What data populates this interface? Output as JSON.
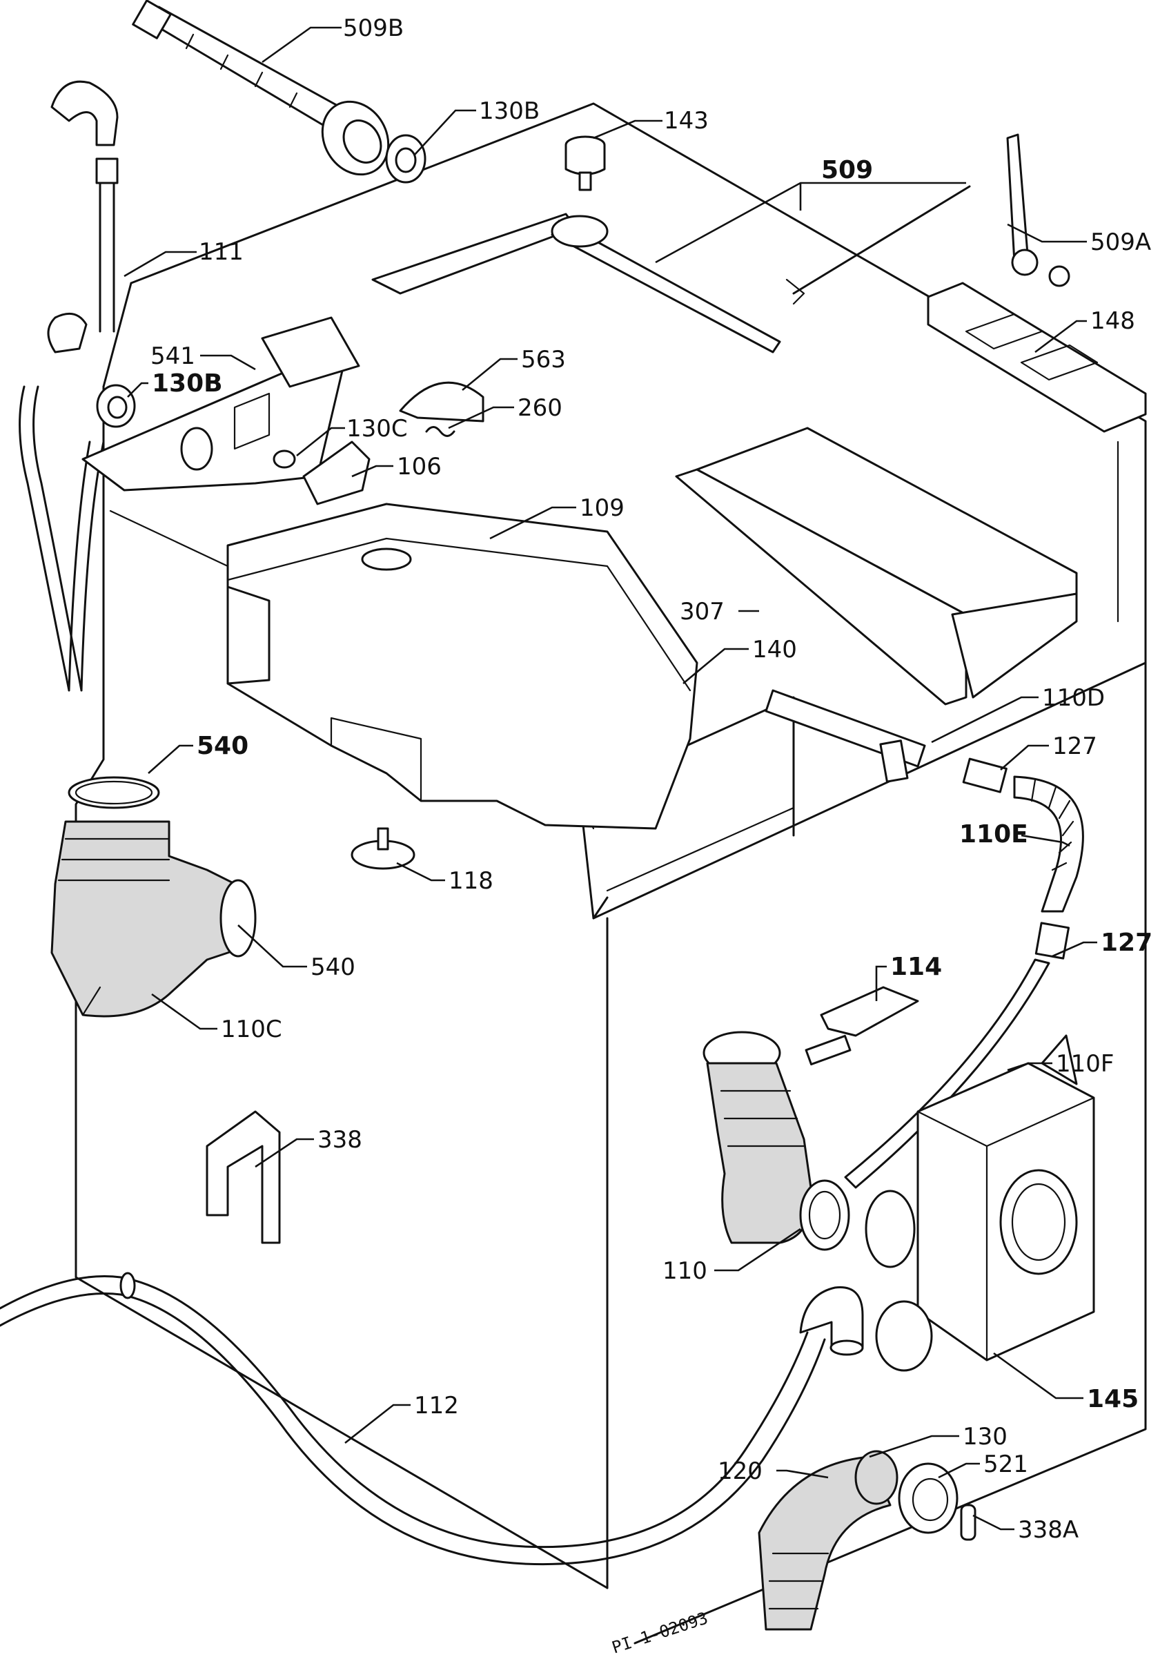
{
  "diagram": {
    "drawing_code": "PI 1-02093",
    "labels": [
      {
        "id": "509B",
        "text": "509B"
      },
      {
        "id": "130B-top",
        "text": "130B"
      },
      {
        "id": "143",
        "text": "143"
      },
      {
        "id": "509",
        "text": "509"
      },
      {
        "id": "509A",
        "text": "509A"
      },
      {
        "id": "111",
        "text": "111"
      },
      {
        "id": "148",
        "text": "148"
      },
      {
        "id": "541",
        "text": "541"
      },
      {
        "id": "130B-mid",
        "text": "130B"
      },
      {
        "id": "563",
        "text": "563"
      },
      {
        "id": "260",
        "text": "260"
      },
      {
        "id": "130C",
        "text": "130C"
      },
      {
        "id": "106",
        "text": "106"
      },
      {
        "id": "109",
        "text": "109"
      },
      {
        "id": "307",
        "text": "307"
      },
      {
        "id": "140",
        "text": "140"
      },
      {
        "id": "110D",
        "text": "110D"
      },
      {
        "id": "540-top",
        "text": "540"
      },
      {
        "id": "127-top",
        "text": "127"
      },
      {
        "id": "110E",
        "text": "110E"
      },
      {
        "id": "118",
        "text": "118"
      },
      {
        "id": "540-bot",
        "text": "540"
      },
      {
        "id": "127-bot",
        "text": "127"
      },
      {
        "id": "114",
        "text": "114"
      },
      {
        "id": "110C",
        "text": "110C"
      },
      {
        "id": "110F",
        "text": "110F"
      },
      {
        "id": "338",
        "text": "338"
      },
      {
        "id": "110",
        "text": "110"
      },
      {
        "id": "145",
        "text": "145"
      },
      {
        "id": "112",
        "text": "112"
      },
      {
        "id": "130",
        "text": "130"
      },
      {
        "id": "120",
        "text": "120"
      },
      {
        "id": "521",
        "text": "521"
      },
      {
        "id": "338A",
        "text": "338A"
      }
    ]
  }
}
